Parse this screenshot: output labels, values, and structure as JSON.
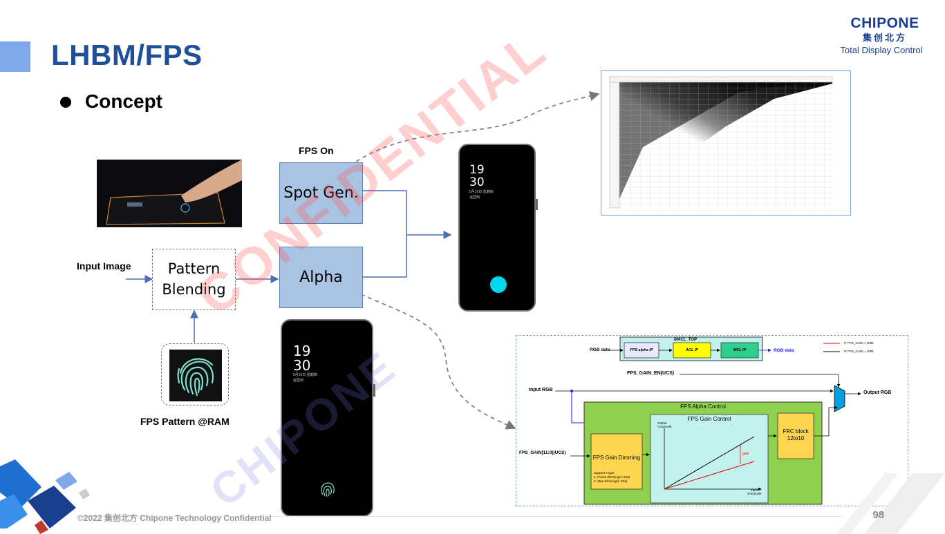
{
  "header": {
    "title": "LHBM/FPS",
    "bullet": "Concept"
  },
  "logo": {
    "brand": "CHIPONE",
    "brand_cn": "集创北方",
    "tagline": "Total Display Control"
  },
  "diagram": {
    "fps_on_label": "FPS On",
    "spot_gen": "Spot Gen.",
    "alpha": "Alpha",
    "input_image": "Input Image",
    "pattern_blending_line1": "Pattern",
    "pattern_blending_line2": "Blending",
    "fps_pattern": "FPS Pattern @RAM"
  },
  "phone": {
    "time_hour": "19",
    "time_min": "30",
    "date_line1": "5月16日 星期四",
    "date_line2": "运营商"
  },
  "block_diagram": {
    "macl_top": "MACL_TOP",
    "rgb_data_in": "RGB data",
    "rgb_data_out": "RGB data",
    "fps_alpha_ip": "FPS alpha IP",
    "acl_ip": "ACL IP",
    "mcl_ip": "MCL IP",
    "legend_red": "IF FPS_GAIN < 4095",
    "legend_black": "IF FPS_GAIN = 4095",
    "fps_gain_en": "FPS_GAIN_EN(UCS)",
    "input_rgb": "Input RGB",
    "output_rgb": "Output RGB",
    "fps_alpha_control": "FPS Alpha Control",
    "fps_gain_control": "FPS Gain Control",
    "output_grayscale": "Output Grayscale",
    "input_grayscale": "Input Grayscale",
    "gain": "gain",
    "frc_block": "FRC block 12to10",
    "fps_gain_input": "FPS_GAIN[11:0](UCS)",
    "fps_gain_dimming": "FPS Gain Dimming",
    "support_line1": "Support 2-type",
    "support_line2": "1. Frame dimming(1~254)",
    "support_line3": "2. Step dimming(1~254)"
  },
  "watermark": {
    "text": "CONFIDENTIAL",
    "brand": "CHIPONE"
  },
  "footer": {
    "copyright": "©2022 集创北方 Chipone Technology Confidential",
    "page": "98"
  },
  "colors": {
    "title": "#1f4e9a",
    "box_blue": "#a9c4e3",
    "arrow": "#4a6fb0",
    "green": "#8fd14f",
    "cyan": "#c3f2ee",
    "yellow": "#ffd54f"
  }
}
